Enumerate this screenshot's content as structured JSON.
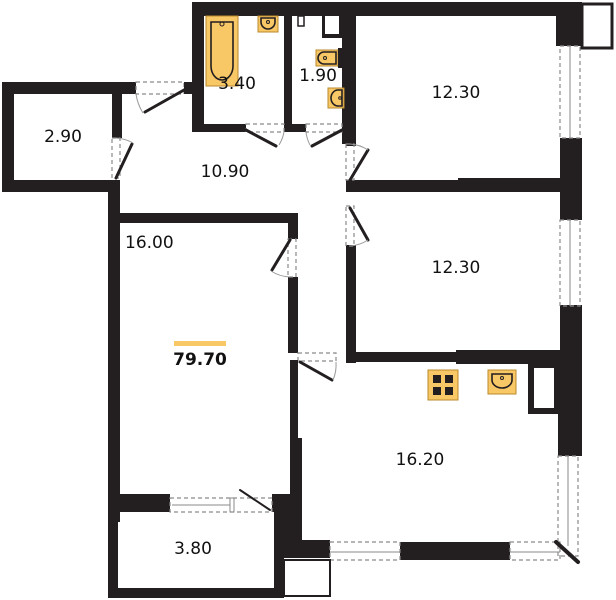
{
  "plan": {
    "type": "apartment-floor-plan",
    "total_area": "79.70",
    "accent_color": "#f8c766",
    "wall_color": "#231f20",
    "rooms": [
      {
        "id": "bathroom",
        "area": "3.40"
      },
      {
        "id": "toilet",
        "area": "1.90"
      },
      {
        "id": "storage",
        "area": "2.90"
      },
      {
        "id": "hallway",
        "area": "10.90"
      },
      {
        "id": "bedroom-1",
        "area": "12.30"
      },
      {
        "id": "bedroom-2",
        "area": "12.30"
      },
      {
        "id": "living-room",
        "area": "16.00"
      },
      {
        "id": "kitchen",
        "area": "16.20"
      },
      {
        "id": "balcony",
        "area": "3.80"
      }
    ],
    "fixtures": [
      "bathtub-icon",
      "sink-icon",
      "toilet-icon",
      "sink-icon",
      "stove-icon",
      "kitchen-sink-icon"
    ]
  }
}
